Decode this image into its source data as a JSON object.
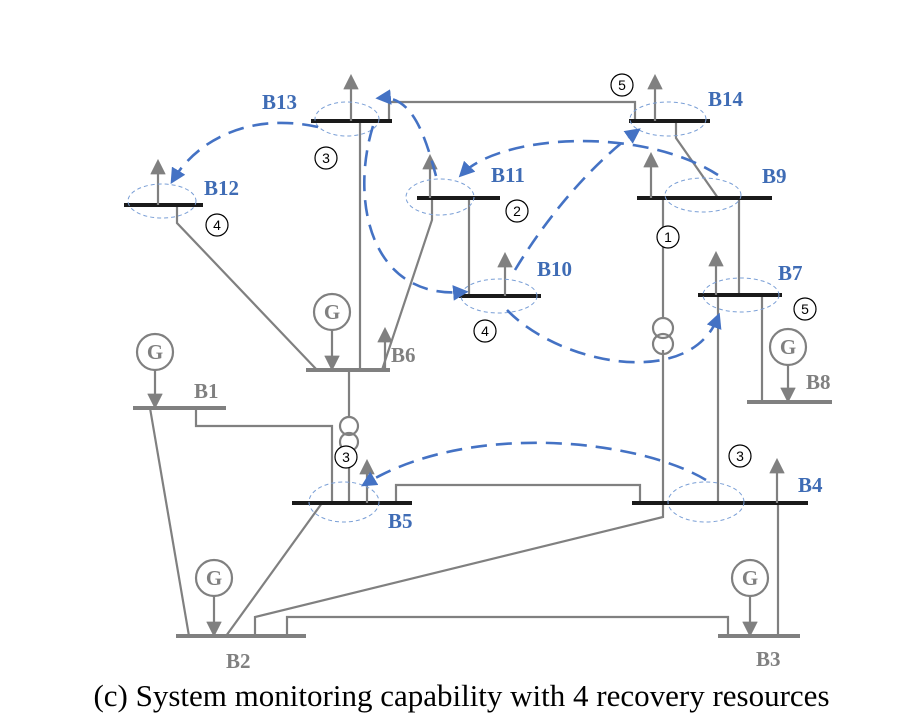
{
  "caption": "(c) System monitoring capability with 4 recovery resources",
  "colors": {
    "line": "#808080",
    "bus": "#1a1a1a",
    "route": "#4472c4",
    "blue_label": "#3f6cb5",
    "gray_label": "#808080"
  },
  "generator_symbol": "G",
  "buses": {
    "b1": "B1",
    "b2": "B2",
    "b3": "B3",
    "b4": "B4",
    "b5": "B5",
    "b6": "B6",
    "b7": "B7",
    "b8": "B8",
    "b9": "B9",
    "b10": "B10",
    "b11": "B11",
    "b12": "B12",
    "b13": "B13",
    "b14": "B14"
  },
  "markers": {
    "m_b14": "5",
    "m_b13": "3",
    "m_b12": "4",
    "m_b11": "2",
    "m_b9": "1",
    "m_b10": "4",
    "m_b7": "5",
    "m_b5": "3",
    "m_b4": "3"
  }
}
